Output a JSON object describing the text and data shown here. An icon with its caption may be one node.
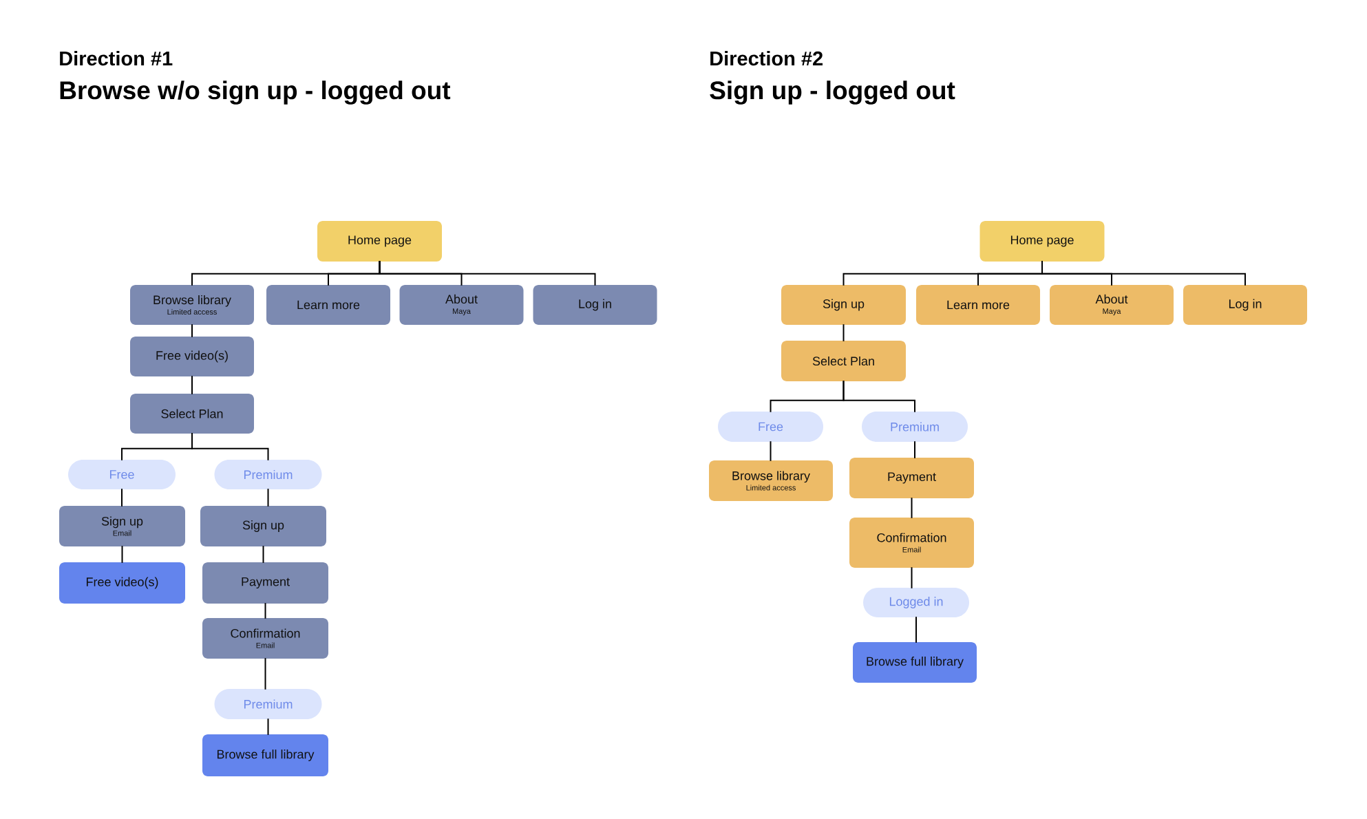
{
  "diagram": {
    "nodes": [
      {
        "text": [
          "Home page"
        ]
      },
      {
        "text": [
          "Browse library",
          "Limited access"
        ]
      },
      {
        "text": [
          "Learn more"
        ]
      },
      {
        "text": [
          "About",
          "Maya"
        ]
      },
      {
        "text": [
          "Log in"
        ]
      },
      {
        "text": [
          "Free video(s)"
        ]
      },
      {
        "text": [
          "Select Plan"
        ]
      },
      {
        "text": [
          "Free"
        ]
      },
      {
        "text": [
          "Premium"
        ]
      },
      {
        "text": [
          "Sign up",
          "Email"
        ]
      },
      {
        "text": [
          "Sign up"
        ]
      },
      {
        "text": [
          "Free video(s)"
        ]
      },
      {
        "text": [
          "Payment"
        ]
      },
      {
        "text": [
          "Confirmation",
          "Email"
        ]
      },
      {
        "text": [
          "Premium"
        ]
      },
      {
        "text": [
          "Browse full library"
        ]
      },
      {
        "text": [
          "Home page"
        ]
      },
      {
        "text": [
          "Sign up"
        ]
      },
      {
        "text": [
          "Learn more"
        ]
      },
      {
        "text": [
          "About",
          "Maya"
        ]
      },
      {
        "text": [
          "Log in"
        ]
      },
      {
        "text": [
          "Select Plan"
        ]
      },
      {
        "text": [
          "Free"
        ]
      },
      {
        "text": [
          "Premium"
        ]
      },
      {
        "text": [
          "Browse library",
          "Limited access"
        ]
      },
      {
        "text": [
          "Payment"
        ]
      },
      {
        "text": [
          "Confirmation",
          "Email"
        ]
      },
      {
        "text": [
          "Logged in"
        ]
      },
      {
        "text": [
          "Browse full library"
        ]
      }
    ],
    "edges": [
      {
        "from": 0,
        "to": 1,
        "arrow": "none"
      },
      {
        "from": 0,
        "to": 2,
        "arrow": "none"
      },
      {
        "from": 0,
        "to": 3,
        "arrow": "none"
      },
      {
        "from": 0,
        "to": 4,
        "arrow": "none"
      },
      {
        "from": 1,
        "to": 5,
        "arrow": "none"
      },
      {
        "from": 5,
        "to": 6,
        "arrow": "none"
      },
      {
        "from": 6,
        "to": 7,
        "arrow": "none"
      },
      {
        "from": 6,
        "to": 8,
        "arrow": "none"
      },
      {
        "from": 7,
        "to": 9,
        "arrow": "none"
      },
      {
        "from": 9,
        "to": 11,
        "arrow": "none"
      },
      {
        "from": 8,
        "to": 10,
        "arrow": "none"
      },
      {
        "from": 10,
        "to": 12,
        "arrow": "none"
      },
      {
        "from": 12,
        "to": 13,
        "arrow": "none"
      },
      {
        "from": 13,
        "to": 14,
        "arrow": "none"
      },
      {
        "from": 14,
        "to": 15,
        "arrow": "none"
      },
      {
        "from": 16,
        "to": 17,
        "arrow": "none"
      },
      {
        "from": 16,
        "to": 18,
        "arrow": "none"
      },
      {
        "from": 16,
        "to": 19,
        "arrow": "none"
      },
      {
        "from": 16,
        "to": 20,
        "arrow": "none"
      },
      {
        "from": 17,
        "to": 21,
        "arrow": "none"
      },
      {
        "from": 21,
        "to": 22,
        "arrow": "none"
      },
      {
        "from": 21,
        "to": 23,
        "arrow": "none"
      },
      {
        "from": 22,
        "to": 24,
        "arrow": "none"
      },
      {
        "from": 23,
        "to": 25,
        "arrow": "none"
      },
      {
        "from": 25,
        "to": 26,
        "arrow": "none"
      },
      {
        "from": 26,
        "to": 27,
        "arrow": "none"
      },
      {
        "from": 27,
        "to": 28,
        "arrow": "none"
      }
    ],
    "labels": [
      "Direction #1",
      "Browse w/o sign up - logged out",
      "Direction #2",
      "Sign up - logged out"
    ]
  }
}
